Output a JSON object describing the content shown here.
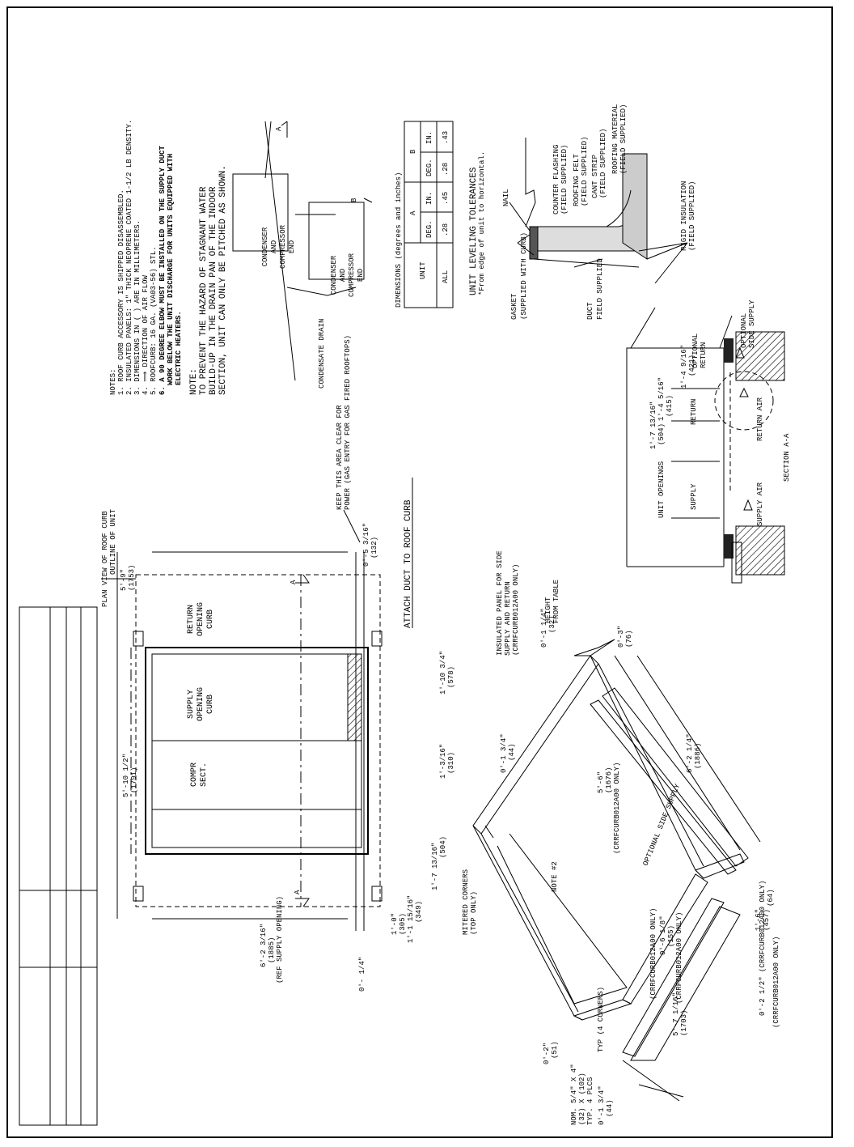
{
  "notes": {
    "heading": "NOTES:",
    "items": [
      "1. ROOF CURB ACCESSORY IS SHIPPED DISASSEMBLED.",
      "2. INSULATED PANELS: 1\" THICK NEOPRENE COATED 1-1/2 LB DENSITY.",
      "3. DIMENSIONS IN ( ) ARE IN MILLIMETERS.",
      "4. ⟹ DIRECTION OF AIR FLOW",
      "5. ROOFCURB: 16 GA. (VA03-56) STL.",
      "6. A 90 DEGREE ELBOW MUST BE INSTALLED ON THE SUPPLY DUCT",
      "WORK BELOW THE UNIT DISCHARGE FOR UNITS EQUIPPED WITH",
      "ELECTRIC HEATERS."
    ],
    "note2_heading": "NOTE:",
    "note2": [
      "TO PREVENT THE HAZARD OF STAGNANT WATER",
      "BUILD-UP IN THE DRAIN PAN OF THE INDOOR",
      "SECTION, UNIT CAN ONLY BE PITCHED AS SHOWN."
    ]
  },
  "pitch_diagram": {
    "box1": [
      "CONDENSER",
      "AND",
      "COMPRESSOR",
      "END"
    ],
    "box2": [
      "CONDENSER",
      "AND",
      "COMPRESSOR",
      "END"
    ],
    "label_a": "A",
    "label_b": "B",
    "drain": "CONDENSATE DRAIN"
  },
  "tolerance_table": {
    "caption": "DIMENSIONS (degrees and inches)",
    "unit_header": "UNIT",
    "col_a": "A",
    "col_b": "B",
    "sub": [
      "DEG.",
      "IN.",
      "DEG.",
      "IN."
    ],
    "row_unit": "ALL",
    "row_values": [
      ".28",
      ".45",
      ".28",
      ".43"
    ],
    "title": "UNIT LEVELING TOLERANCES",
    "subtitle": "*From edge of unit to horizontal."
  },
  "flashing_detail": {
    "labels": [
      "COUNTER FLASHING",
      "(FIELD SUPPLIED)",
      "ROOFING FELT",
      "(FIELD SUPPLIED)",
      "CANT STRIP",
      "(FIELD SUPPLIED)",
      "ROOFING MATERIAL",
      "(FIELD SUPPLIED)",
      "RIGID INSULATION",
      "(FIELD SUPPLIED)"
    ],
    "nail": "NAIL",
    "gasket": [
      "GASKET",
      "(SUPPLIED WITH CURB)"
    ],
    "duct": [
      "DUCT",
      "FIELD SUPPLIED"
    ]
  },
  "plan_view": {
    "title": "PLAN VIEW OF ROOF CURB",
    "outline": "OUTLINE OF UNIT",
    "return_label": [
      "RETURN",
      "OPENING",
      "CURB"
    ],
    "supply_label": [
      "SUPPLY",
      "OPENING",
      "CURB"
    ],
    "compr_label": [
      "COMPR",
      "SECT."
    ],
    "dims": {
      "overall": "5'-10 1/2\"",
      "overall_mm": "(1791)",
      "right": "5'-9\"",
      "right_mm": "(1753)",
      "ref_supply": "6'-2 3/16\"",
      "ref_supply_mm": "(1885)",
      "ref_supply_label": "(REF SUPPLY OPENING)",
      "d_1_10_3_4": "1'-10 3/4\"",
      "d_1_10_3_4_mm": "(578)",
      "d_1_3_16": "1'-3/16\"",
      "d_1_3_16_mm": "(310)",
      "d_1_7_13_16": "1'-7 13/16\"",
      "d_1_7_13_16_mm": "(504)",
      "d_1_0": "1'-0\"",
      "d_1_0_mm": "(305)",
      "d_1_1_15_16": "1'-1 15/16\"",
      "d_1_1_15_16_mm": "(349)",
      "d_0_5_3_16": "0'-5 3/16\"",
      "d_0_5_3_16_mm": "(132)",
      "d_0_1_4": "0'- 1/4\""
    },
    "section_a": "A",
    "keep_clear": [
      "KEEP THIS AREA CLEAR FOR",
      "POWER (GAS ENTRY FOR GAS FIRED ROOFTOPS)"
    ],
    "attach": "ATTACH DUCT TO ROOF CURB"
  },
  "section_aa": {
    "unit_openings": "UNIT OPENINGS",
    "d1": "1'-7 13/16\"",
    "d1_mm": "(504)",
    "d2": "1'-4 5/16\"",
    "d2_mm": "(415)",
    "d3": "1'-4 9/16\"",
    "d3_mm": "(421)",
    "supply": "SUPPLY",
    "return": "RETURN",
    "optional_return": [
      "OPTIONAL",
      "RETURN"
    ],
    "optional_side": [
      "OPTIONAL",
      "SIDE SUPPLY"
    ],
    "supply_air": "SUPPLY AIR",
    "return_air": "RETURN AIR",
    "title": "SECTION A-A"
  },
  "isometric": {
    "insulated_panel": [
      "INSULATED PANEL FOR SIDE",
      "SUPPLY AND RETURN",
      "(CRRFCURB012A00 ONLY)"
    ],
    "height_from_table": [
      "HEIGHT",
      "FROM TABLE"
    ],
    "d_0_1_1_4": "0'-1 1/4\"",
    "d_0_1_1_4_mm": "(32)",
    "d_0_3": "0'-3\"",
    "d_0_3_mm": "(76)",
    "d_0_1_3_4": "0'-1 3/4\"",
    "d_0_1_3_4_mm": "(44)",
    "d_5_6": "5'-6\"",
    "d_5_6_mm": "(1676)",
    "d_5_6_note": "(CRRFCURB012A00 ONLY)",
    "d_6_2_1_4": "6'-2 1/4\"",
    "d_6_2_1_4_mm": "(1886)",
    "optional_side_supply": "OPTIONAL SIDE SUPPLY",
    "note2": "NOTE #2",
    "mitered": [
      "MITERED CORNERS",
      "(TOP ONLY)"
    ],
    "typ_corners": "TYP (4 CORNERS)",
    "d_0_6_1_8": "0'-6 1/8\"",
    "d_0_6_1_8_mm": "(155)",
    "crrf1": "(CRRFCURB012A00 ONLY)",
    "crrf2": "(CRRFCURB012A00 ONLY)",
    "d_0_2_1_2": "0'-2 1/2\" (CRRFCURB012A00 ONLY)",
    "d_0_2_1_2_mm": "(64)",
    "d_1_6": "1'-6\"",
    "d_1_6_mm": "(457)",
    "crrf3": "(CRRFCURB012A00 ONLY)",
    "d_5_7_1_16": "5'-7 1/16\"",
    "d_5_7_1_16_mm": "(1703)",
    "d_0_2": "0'-2\"",
    "d_0_2_mm": "(51)",
    "nom": [
      "NOM. 5/4\" X 4\"",
      "(32) X (102)",
      "TYP. 4 PLCS"
    ],
    "d_0_1_3_4_b": "0'-1 3/4\"",
    "d_0_1_3_4_b_mm": "(44)"
  }
}
